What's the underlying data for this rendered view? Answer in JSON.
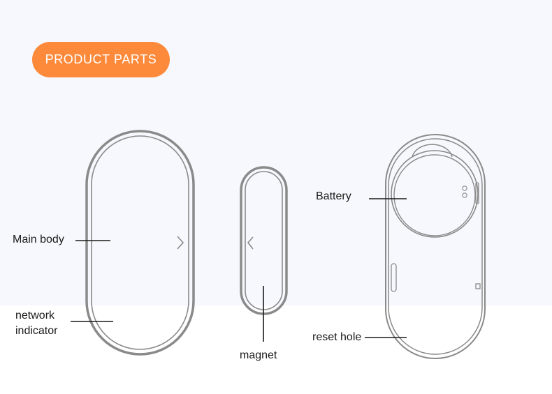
{
  "header": {
    "title": "PRODUCT PARTS"
  },
  "labels": {
    "main_body": "Main body",
    "network_line1": "network",
    "network_line2": "indicator",
    "magnet": "magnet",
    "battery": "Battery",
    "reset_hole": "reset hole"
  },
  "colors": {
    "accent": "#fd8a3a",
    "outline": "#8a8a8a",
    "leader_line": "#1a1a1a",
    "background_top": "#f7f8fd"
  }
}
